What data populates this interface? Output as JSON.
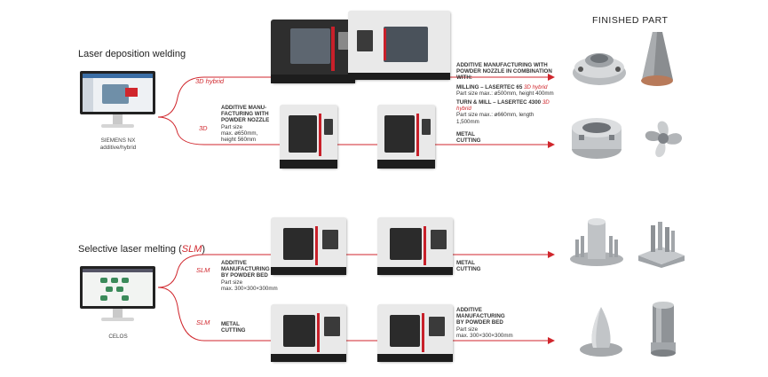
{
  "finished_part_heading": "FINISHED PART",
  "sections": {
    "ldw": {
      "title": "Laser deposition welding",
      "software": [
        "SIEMENS NX",
        "additive/hybrid"
      ],
      "tag_hybrid": "3D hybrid",
      "tag_3d": "3D",
      "caption_top": {
        "title_lines": [
          "ADDITIVE MANUFACTURING WITH",
          "POWDER NOZZLE IN COMBINATION WITH:"
        ],
        "milling_label": "MILLING – LASERTEC 65 ",
        "milling_accent": "3D hybrid",
        "milling_size": "Part size max.: ø500mm, height 400mm",
        "turn_label": "TURN & MILL – LASERTEC 4300 ",
        "turn_accent": "3D hybrid",
        "turn_size": "Part size max.: ø660mm, length 1,500mm"
      },
      "caption_additive": {
        "title_lines": [
          "ADDITIVE MANU-",
          "FACTURING WITH",
          "POWDER NOZZLE"
        ],
        "size_lines": [
          "Part size",
          "max. ø650mm,",
          "height 560mm"
        ]
      },
      "caption_metal": [
        "METAL",
        "CUTTING"
      ]
    },
    "slm": {
      "title_prefix": "Selective laser melting (",
      "title_accent": "SLM",
      "title_suffix": ")",
      "software": [
        "CELOS"
      ],
      "tag_upper": "SLM",
      "tag_lower": "SLM",
      "caption_upper_additive": {
        "title_lines": [
          "ADDITIVE",
          "MANUFACTURING",
          "BY POWDER BED"
        ],
        "size_lines": [
          "Part size",
          "max. 300×300×300mm"
        ]
      },
      "caption_upper_metal": [
        "METAL",
        "CUTTING"
      ],
      "caption_lower_metal": [
        "METAL",
        "CUTTING"
      ],
      "caption_lower_additive": {
        "title_lines": [
          "ADDITIVE",
          "MANUFACTURING",
          "BY POWDER BED"
        ],
        "size_lines": [
          "Part size",
          "max. 300×300×300mm"
        ]
      }
    }
  },
  "colors": {
    "accent": "#d0262c",
    "machine_body": "#e9e9e9",
    "machine_dark": "#2b2b2b"
  }
}
